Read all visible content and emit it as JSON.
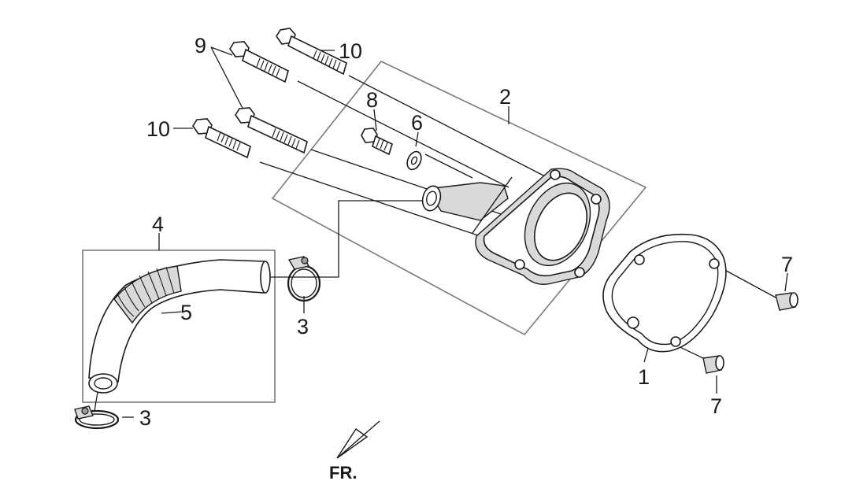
{
  "diagram": {
    "callouts": {
      "c1": "1",
      "c2": "2",
      "c3a": "3",
      "c3b": "3",
      "c4": "4",
      "c5": "5",
      "c6": "6",
      "c7a": "7",
      "c7b": "7",
      "c8": "8",
      "c9": "9",
      "c10a": "10",
      "c10b": "10"
    },
    "direction_label": "FR.",
    "colors": {
      "line": "#1a1a1a",
      "group_box": "#7a7a7a",
      "shade": "#d9d9d9"
    }
  }
}
